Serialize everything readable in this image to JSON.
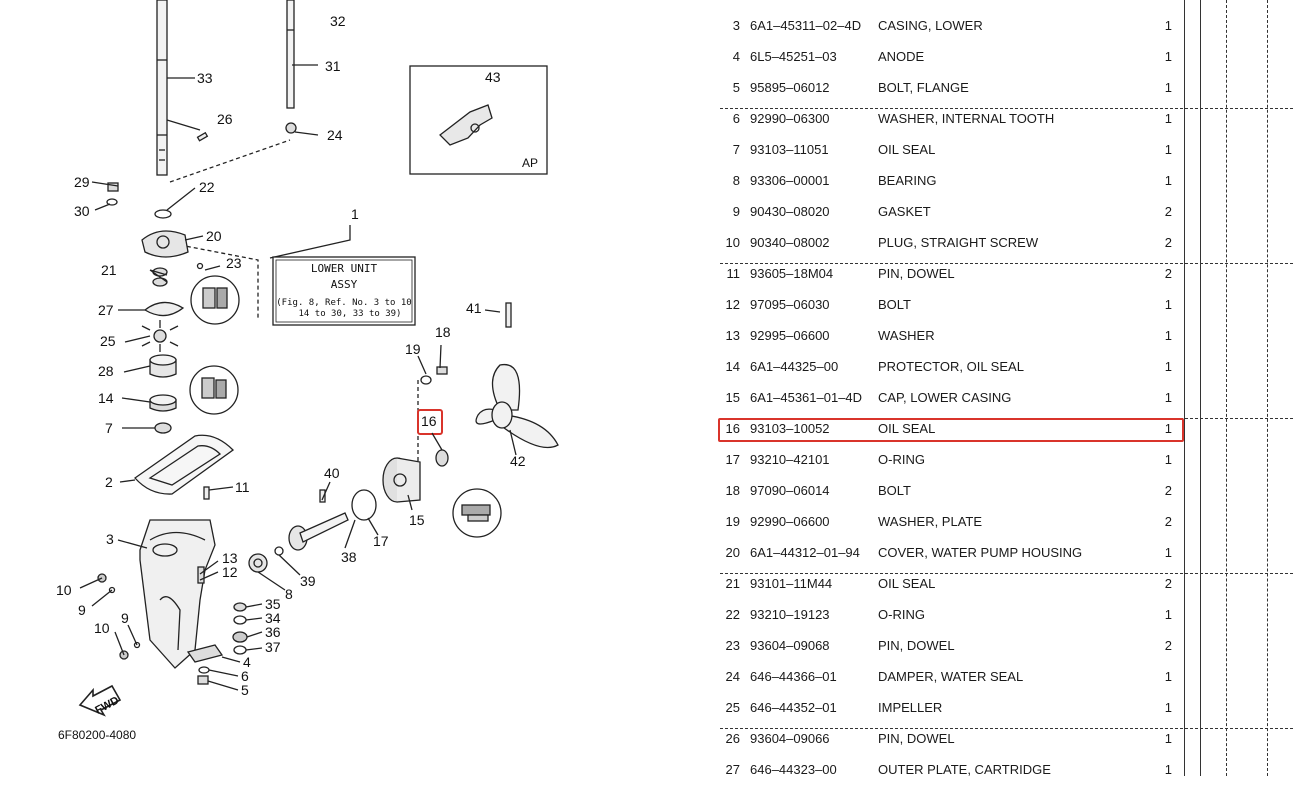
{
  "diagram": {
    "callouts": [
      "32",
      "33",
      "31",
      "26",
      "24",
      "43",
      "AP",
      "29",
      "22",
      "30",
      "20",
      "1",
      "21",
      "23",
      "27",
      "25",
      "18",
      "19",
      "28",
      "41",
      "14",
      "7",
      "16",
      "42",
      "2",
      "11",
      "40",
      "15",
      "3",
      "38",
      "17",
      "13",
      "12",
      "10",
      "39",
      "8",
      "9",
      "35",
      "34",
      "36",
      "37",
      "4",
      "6",
      "5"
    ],
    "fwd_label": "FWD",
    "figure_code": "6F80200-4080",
    "assy_box": {
      "line1": "LOWER UNIT",
      "line2": "ASSY",
      "line3": "(Fig. 8, Ref. No. 3 to 10",
      "line4": "14 to 30, 33 to 39)"
    }
  },
  "parts_table": {
    "rows": [
      {
        "ref": "3",
        "part_no": "6A1–45311–02–4D",
        "desc": "CASING, LOWER",
        "qty": "1"
      },
      {
        "ref": "4",
        "part_no": "6L5–45251–03",
        "desc": "ANODE",
        "qty": "1"
      },
      {
        "ref": "5",
        "part_no": "95895–06012",
        "desc": "BOLT, FLANGE",
        "qty": "1"
      },
      {
        "ref": "6",
        "part_no": "92990–06300",
        "desc": "WASHER, INTERNAL TOOTH",
        "qty": "1"
      },
      {
        "ref": "7",
        "part_no": "93103–11051",
        "desc": "OIL SEAL",
        "qty": "1"
      },
      {
        "ref": "8",
        "part_no": "93306–00001",
        "desc": "BEARING",
        "qty": "1"
      },
      {
        "ref": "9",
        "part_no": "90430–08020",
        "desc": "GASKET",
        "qty": "2"
      },
      {
        "ref": "10",
        "part_no": "90340–08002",
        "desc": "PLUG, STRAIGHT SCREW",
        "qty": "2"
      },
      {
        "ref": "11",
        "part_no": "93605–18M04",
        "desc": "PIN, DOWEL",
        "qty": "2"
      },
      {
        "ref": "12",
        "part_no": "97095–06030",
        "desc": "BOLT",
        "qty": "1"
      },
      {
        "ref": "13",
        "part_no": "92995–06600",
        "desc": "WASHER",
        "qty": "1"
      },
      {
        "ref": "14",
        "part_no": "6A1–44325–00",
        "desc": "PROTECTOR, OIL SEAL",
        "qty": "1"
      },
      {
        "ref": "15",
        "part_no": "6A1–45361–01–4D",
        "desc": "CAP, LOWER CASING",
        "qty": "1"
      },
      {
        "ref": "16",
        "part_no": "93103–10052",
        "desc": "OIL SEAL",
        "qty": "1"
      },
      {
        "ref": "17",
        "part_no": "93210–42101",
        "desc": "O-RING",
        "qty": "1"
      },
      {
        "ref": "18",
        "part_no": "97090–06014",
        "desc": "BOLT",
        "qty": "2"
      },
      {
        "ref": "19",
        "part_no": "92990–06600",
        "desc": "WASHER, PLATE",
        "qty": "2"
      },
      {
        "ref": "20",
        "part_no": "6A1–44312–01–94",
        "desc": "COVER, WATER PUMP HOUSING",
        "qty": "1"
      },
      {
        "ref": "21",
        "part_no": "93101–11M44",
        "desc": "OIL SEAL",
        "qty": "2"
      },
      {
        "ref": "22",
        "part_no": "93210–19123",
        "desc": "O-RING",
        "qty": "1"
      },
      {
        "ref": "23",
        "part_no": "93604–09068",
        "desc": "PIN, DOWEL",
        "qty": "2"
      },
      {
        "ref": "24",
        "part_no": "646–44366–01",
        "desc": "DAMPER, WATER SEAL",
        "qty": "1"
      },
      {
        "ref": "25",
        "part_no": "646–44352–01",
        "desc": "IMPELLER",
        "qty": "1"
      },
      {
        "ref": "26",
        "part_no": "93604–09066",
        "desc": "PIN, DOWEL",
        "qty": "1"
      },
      {
        "ref": "27",
        "part_no": "646–44323–00",
        "desc": "OUTER PLATE, CARTRIDGE",
        "qty": "1"
      }
    ]
  },
  "colors": {
    "highlight": "#d9342b",
    "line": "#333333"
  }
}
